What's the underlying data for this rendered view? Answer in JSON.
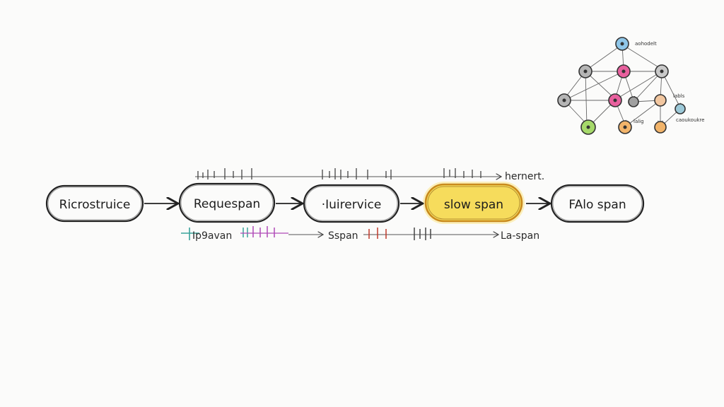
{
  "flow": {
    "nodes": [
      {
        "id": "n1",
        "label": "Ricrostruice",
        "highlight": false
      },
      {
        "id": "n2",
        "label": "Requespan",
        "highlight": false
      },
      {
        "id": "n3",
        "label": "·Iuirervice",
        "highlight": false
      },
      {
        "id": "n4",
        "label": "slow span",
        "highlight": true
      },
      {
        "id": "n5",
        "label": "FAlo span",
        "highlight": false
      }
    ],
    "top_annotation": "hernert.",
    "bottom_annotations": [
      "Ip9avan",
      "Sspan",
      "La-span"
    ]
  },
  "graph": {
    "labels": [
      "aohodelt",
      "labls",
      "lalig",
      "caoukoukre"
    ]
  },
  "colors": {
    "ink": "#222222",
    "highlight_fill": "#f6dc5c",
    "highlight_border": "#c98a1e",
    "pink": "#e8609e",
    "green": "#a6d96a",
    "blue": "#8fc6e8",
    "orange": "#f2b46a",
    "gray": "#b5b5b5",
    "teal": "#3aa39a",
    "magenta": "#b04ab8",
    "red": "#c0392b"
  }
}
